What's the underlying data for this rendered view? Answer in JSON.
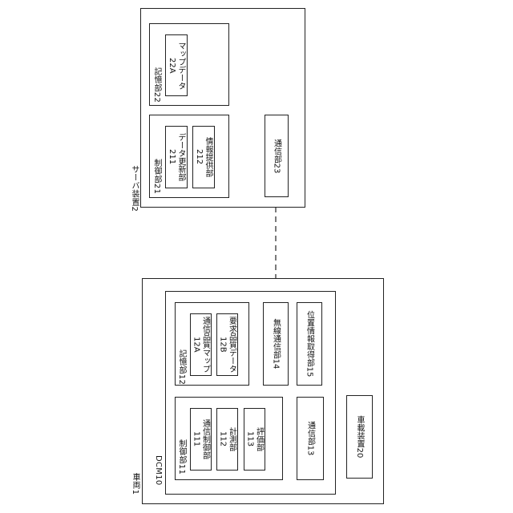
{
  "server": {
    "caption": "サーバ装置2",
    "storage": {
      "label": "記憶部22",
      "map_data": "マップデータ",
      "map_data_code": "22A"
    },
    "control": {
      "label": "制御部21",
      "data_update": "データ更新部",
      "data_update_code": "211",
      "info_provide": "情報提供部",
      "info_provide_code": "212"
    },
    "comm": "通信部23"
  },
  "vehicle": {
    "caption": "車両1",
    "dcm": {
      "caption": "DCM10",
      "storage": {
        "label": "記憶部12",
        "quality_map": "通信品質マップ",
        "quality_map_code": "12A",
        "required_quality": "要求品質データ",
        "required_quality_code": "12B"
      },
      "control": {
        "label": "制御部11",
        "comm_control": "通信制御部",
        "comm_control_code": "111",
        "measure": "計測部",
        "measure_code": "112",
        "evaluate": "評価部",
        "evaluate_code": "113"
      },
      "wireless": "無線通信部14",
      "position": "位置情報取得部15",
      "comm": "通信部13"
    },
    "onboard": "車載装置20"
  }
}
